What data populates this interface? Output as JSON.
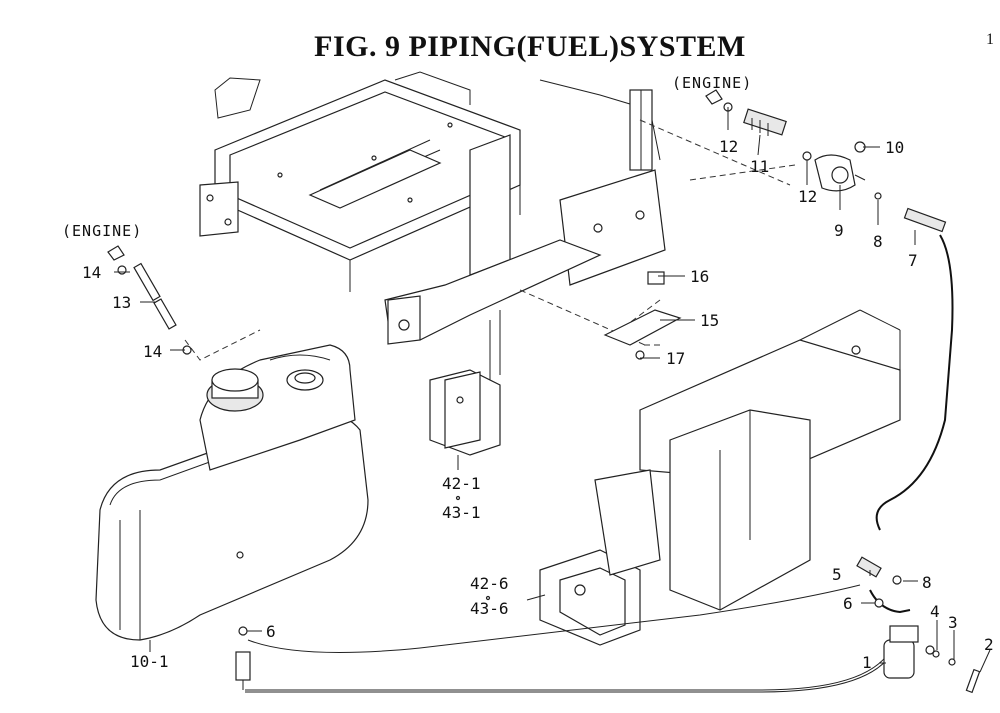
{
  "title": "FIG. 9  PIPING(FUEL)SYSTEM",
  "page_number": "1",
  "engine_labels": [
    "(ENGINE)",
    "(ENGINE)"
  ],
  "callouts": {
    "c1": "1",
    "c2": "2",
    "c3": "3",
    "c4": "4",
    "c5": "5",
    "c6a": "6",
    "c6b": "6",
    "c7": "7",
    "c8a": "8",
    "c8b": "8",
    "c9": "9",
    "c10": "10",
    "c11": "11",
    "c12a": "12",
    "c12b": "12",
    "c13": "13",
    "c14a": "14",
    "c14b": "14",
    "c15": "15",
    "c16": "16",
    "c17": "17",
    "c42_1": "42-1",
    "c43_1": "43-1",
    "c42_6": "42-6",
    "c43_6": "43-6",
    "c10_1": "10-1"
  }
}
